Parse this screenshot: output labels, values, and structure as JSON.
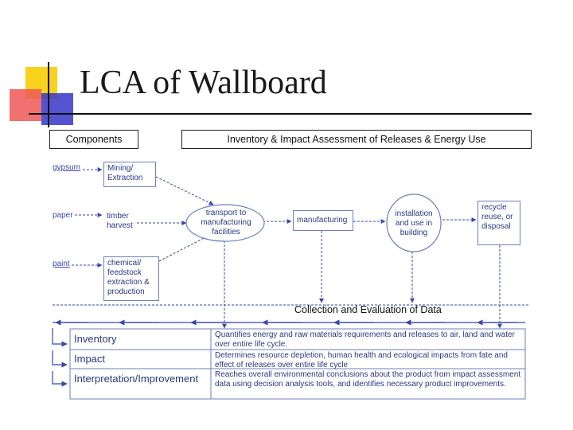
{
  "slide": {
    "title": "LCA of Wallboard"
  },
  "headers": {
    "components": "Components",
    "inventory": "Inventory & Impact Assessment of Releases & Energy Use"
  },
  "inputs": [
    "gypsum",
    "paper",
    "paint"
  ],
  "process_boxes": {
    "mining": "Mining/ Extraction",
    "timber": "timber harvest",
    "chemical": "chemical/ feedstock extraction & production",
    "transport": "transport to manufacturing facilities",
    "manufacturing": "manufacturing",
    "installation": "installation and use in building",
    "recycle": "recycle reuse, or disposal"
  },
  "collection_label": "Collection and Evaluation of Data",
  "table": [
    {
      "label": "Inventory",
      "desc": "Quantifies energy and raw materials requirements and releases to air, land and water over entire life cycle."
    },
    {
      "label": "Impact",
      "desc": "Determines resource depletion, human health and ecological impacts from fate and effect of releases over entire life cycle"
    },
    {
      "label": "Interpretation/Improvement",
      "desc": "Reaches overall environmental conclusions about the product from impact assessment data using decision analysis tools, and identifies necessary product improvements."
    }
  ],
  "colors": {
    "accent_yellow": "#f8d21c",
    "accent_red": "#ef4d4d",
    "accent_blue": "#3333cc",
    "diagram_blue": "#6e7fbf"
  }
}
